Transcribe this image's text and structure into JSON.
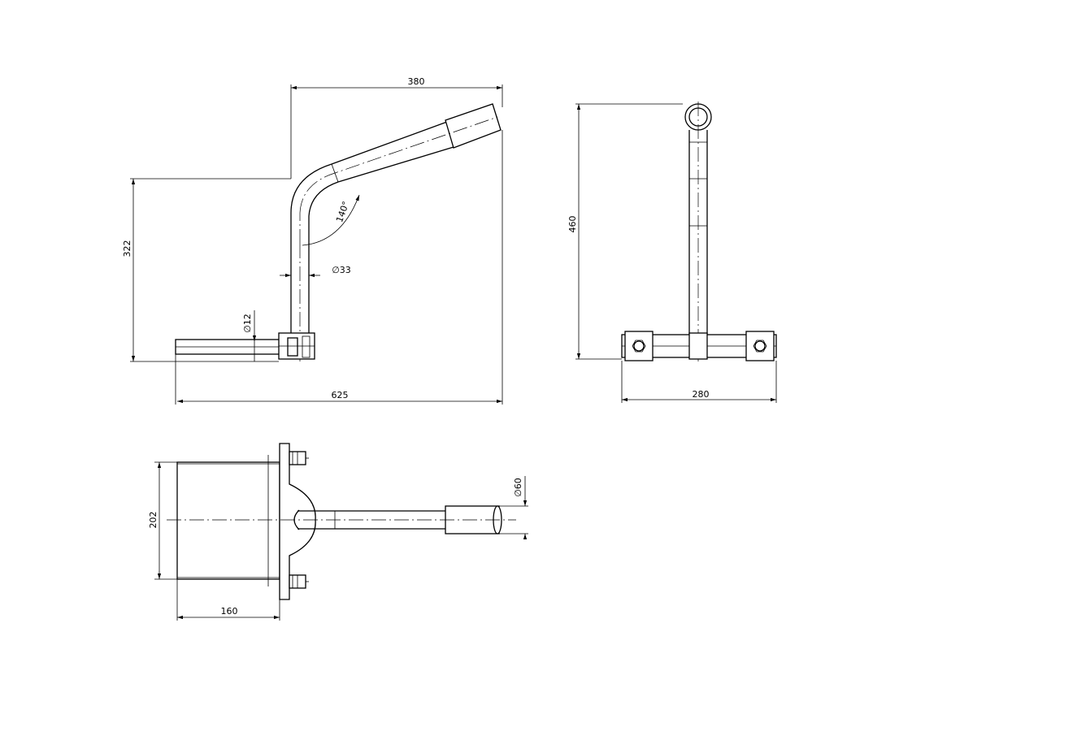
{
  "drawing": {
    "views": {
      "side": {
        "dimensions": {
          "top_width": "380",
          "left_height": "322",
          "bottom_width": "625",
          "bend_angle": "140°",
          "tube_diameter": "∅33",
          "bolt_diameter": "∅12"
        }
      },
      "front": {
        "dimensions": {
          "height": "460",
          "base_width": "280"
        }
      },
      "plan": {
        "dimensions": {
          "height": "202",
          "width": "160",
          "tip_diameter": "∅60"
        }
      }
    }
  }
}
